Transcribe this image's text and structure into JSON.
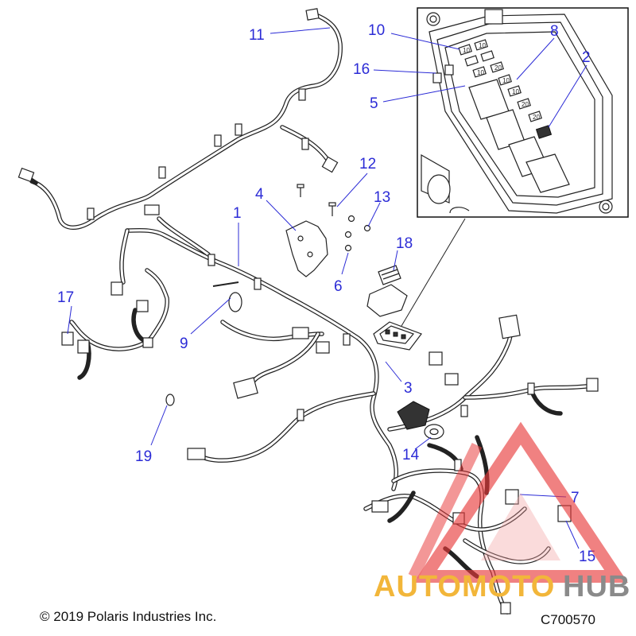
{
  "callouts": {
    "c1": "1",
    "c2": "2",
    "c3": "3",
    "c4": "4",
    "c5": "5",
    "c6": "6",
    "c7": "7",
    "c8": "8",
    "c9": "9",
    "c10": "10",
    "c11": "11",
    "c12": "12",
    "c13": "13",
    "c14": "14",
    "c15": "15",
    "c16": "16",
    "c17": "17",
    "c18": "18",
    "c19": "19"
  },
  "fuse_labels": [
    "10",
    "10",
    "20",
    "10",
    "10",
    "10",
    "20",
    "20"
  ],
  "footer": {
    "copyright": "© 2019 Polaris Industries Inc.",
    "drawing_id": "C700570"
  },
  "watermark": {
    "brand_part1": "AUTOMOTO",
    "brand_part2": "HUB",
    "color_orange": "#f2b63a",
    "color_grey": "#8a8a8a",
    "color_red_logo": "#e83a3a"
  },
  "colors": {
    "callout_blue": "#2b2bd6",
    "linework": "#222222"
  }
}
